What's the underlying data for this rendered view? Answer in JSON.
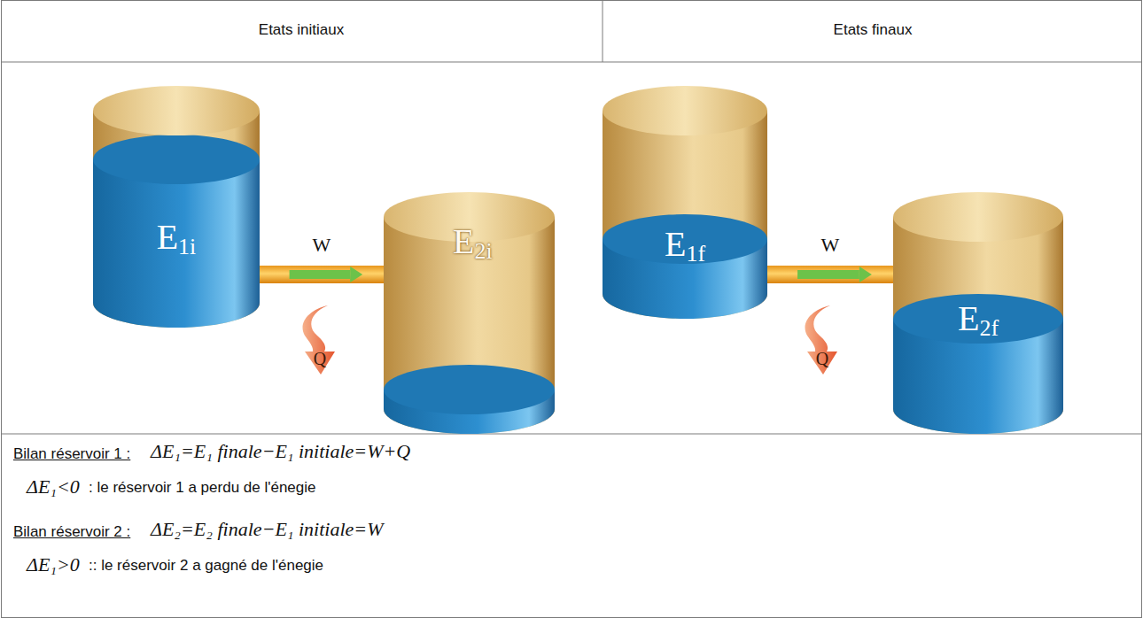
{
  "diagram": {
    "nodes": [
      {
        "text": [
          "E1i"
        ]
      },
      {
        "text": [
          "E2i"
        ]
      },
      {
        "text": [
          "E1f"
        ]
      },
      {
        "text": [
          "E2f"
        ]
      },
      {
        "text": [
          "Q"
        ]
      },
      {
        "text": [
          "Q"
        ]
      }
    ],
    "edges": [
      {
        "from": 0,
        "to": 1,
        "arrow": "to",
        "label": "W"
      },
      {
        "from": 2,
        "to": 3,
        "arrow": "to",
        "label": "W"
      }
    ],
    "labels": [
      "Etats initiaux",
      "Etats finaux",
      "Bilan réservoir 1 :",
      "ΔE₁=E₁ finale−E₁ initiale=W+Q",
      "ΔE₁<0",
      ": le réservoir 1 a perdu de l'énegie",
      "Bilan réservoir 2 :",
      "ΔE₂=E₂ finale−E₁ initiale=W",
      "ΔE₁>0",
      ":: le réservoir 2 a gagné de l'énegie"
    ]
  }
}
